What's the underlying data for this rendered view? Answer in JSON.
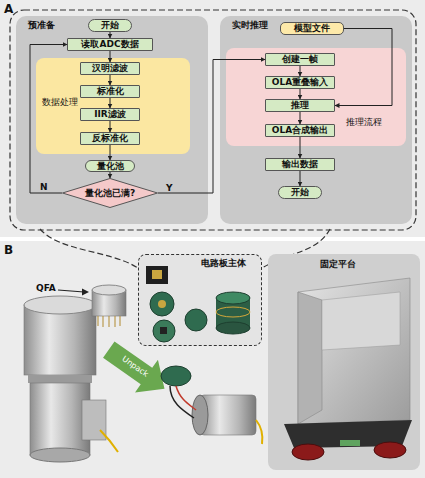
{
  "diagram": {
    "nodes": [
      {
        "text": [
          "预准备"
        ]
      },
      {
        "text": [
          "开始"
        ],
        "in": 0
      },
      {
        "text": [
          "读取ADC数据"
        ],
        "in": 0
      },
      {
        "text": [
          "数据处理"
        ],
        "in": 0
      },
      {
        "text": [
          "汉明滤波"
        ],
        "in": 3
      },
      {
        "text": [
          "标准化"
        ],
        "in": 3
      },
      {
        "text": [
          "IIR滤波"
        ],
        "in": 3
      },
      {
        "text": [
          "反标准化"
        ],
        "in": 3
      },
      {
        "text": [
          "量化池"
        ],
        "in": 0
      },
      {
        "text": [
          "量化池已满?"
        ],
        "in": 0
      },
      {
        "text": [
          "实时推理"
        ]
      },
      {
        "text": [
          "模型文件"
        ],
        "in": 10
      },
      {
        "text": [
          "推理流程"
        ],
        "in": 10
      },
      {
        "text": [
          "创建一帧"
        ],
        "in": 12
      },
      {
        "text": [
          "OLA重叠输入"
        ],
        "in": 12
      },
      {
        "text": [
          "推理"
        ],
        "in": 12
      },
      {
        "text": [
          "OLA合成输出"
        ],
        "in": 12
      },
      {
        "text": [
          "输出数据"
        ],
        "in": 10
      },
      {
        "text": [
          "开始"
        ],
        "in": 10
      },
      {
        "text": [
          "电路板主体"
        ]
      },
      {
        "text": [
          "固定平台"
        ]
      }
    ],
    "edges": [
      {
        "from": 1,
        "to": 2,
        "arrow": "to"
      },
      {
        "from": 2,
        "to": 4,
        "arrow": "to"
      },
      {
        "from": 4,
        "to": 5,
        "arrow": "to"
      },
      {
        "from": 5,
        "to": 6,
        "arrow": "to"
      },
      {
        "from": 6,
        "to": 7,
        "arrow": "to"
      },
      {
        "from": 7,
        "to": 8,
        "arrow": "to"
      },
      {
        "from": 8,
        "to": 9,
        "arrow": "to"
      },
      {
        "from": 9,
        "to": 2,
        "label": "N",
        "arrow": "to"
      },
      {
        "from": 9,
        "to": 13,
        "label": "Y",
        "arrow": "to"
      },
      {
        "from": 11,
        "to": 15,
        "arrow": "to"
      },
      {
        "from": 13,
        "to": 14,
        "arrow": "to"
      },
      {
        "from": 14,
        "to": 15,
        "arrow": "to"
      },
      {
        "from": 15,
        "to": 16,
        "arrow": "to"
      },
      {
        "from": 16,
        "to": 17,
        "arrow": "to"
      },
      {
        "from": 17,
        "to": 18,
        "arrow": "to"
      }
    ],
    "labels": [
      "A",
      "B",
      "QFA",
      "Unpack"
    ]
  }
}
